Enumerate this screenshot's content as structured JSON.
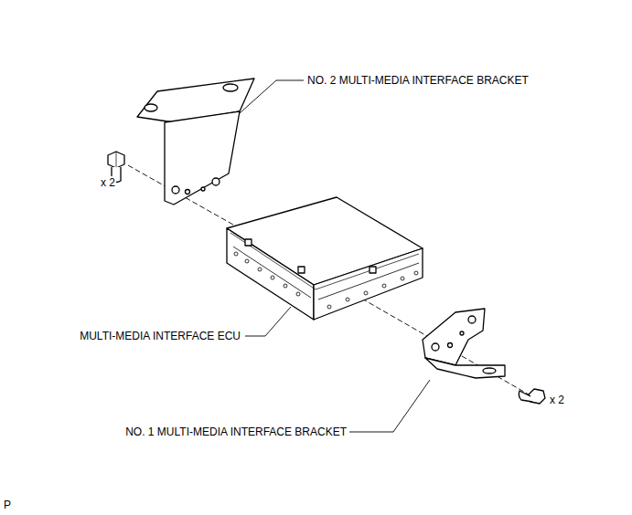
{
  "diagram": {
    "labels": [
      "NO. 2 MULTI-MEDIA INTERFACE BRACKET",
      "x 2",
      "MULTI-MEDIA INTERFACE ECU",
      "x 2",
      "NO. 1 MULTI-MEDIA INTERFACE BRACKET",
      "P"
    ]
  }
}
